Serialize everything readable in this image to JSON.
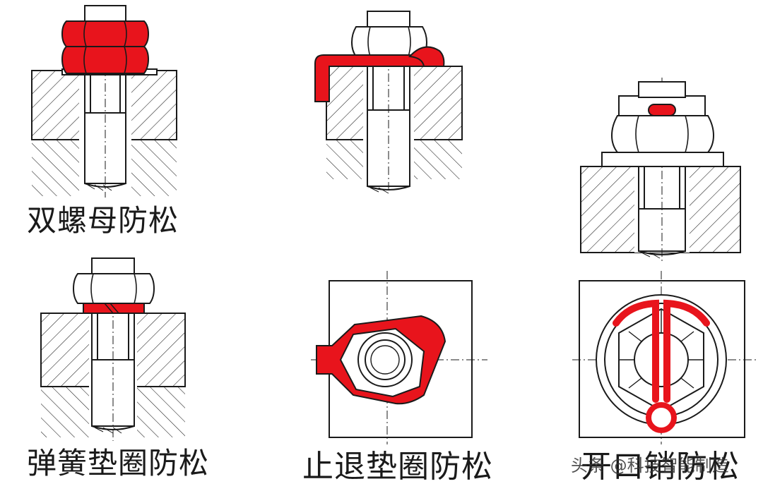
{
  "captions": {
    "double_nut": "双螺母防松",
    "spring_washer": "弹簧垫圈防松",
    "tab_washer": "止退垫圈防松",
    "cotter_pin": "开口销防松"
  },
  "watermark": "头条 @科技智能制造",
  "colors": {
    "highlight": "#e8141c",
    "line": "#1a1a1a",
    "background": "#ffffff"
  }
}
